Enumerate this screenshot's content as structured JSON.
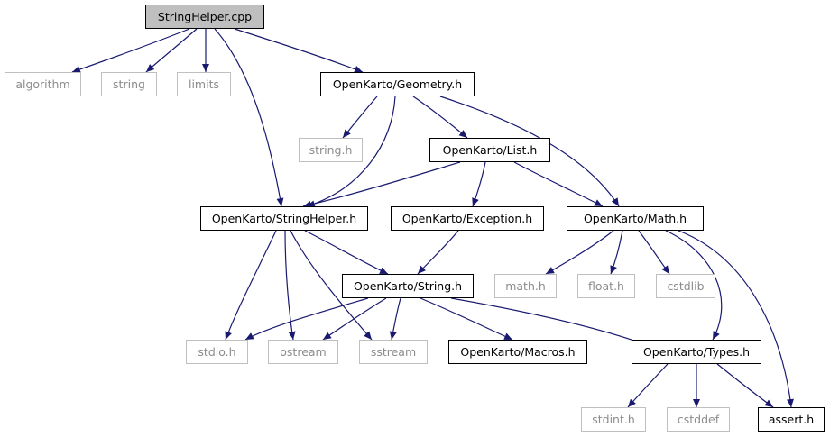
{
  "graph": {
    "edge_color": "#191970",
    "nodes": {
      "root": {
        "label": "StringHelper.cpp",
        "kind": "root"
      },
      "algorithm": {
        "label": "algorithm",
        "kind": "external"
      },
      "string": {
        "label": "string",
        "kind": "external"
      },
      "limits": {
        "label": "limits",
        "kind": "external"
      },
      "geometry": {
        "label": "OpenKarto/Geometry.h",
        "kind": "internal"
      },
      "string_h": {
        "label": "string.h",
        "kind": "external"
      },
      "list": {
        "label": "OpenKarto/List.h",
        "kind": "internal"
      },
      "stringhelper": {
        "label": "OpenKarto/StringHelper.h",
        "kind": "internal"
      },
      "exception": {
        "label": "OpenKarto/Exception.h",
        "kind": "internal"
      },
      "math": {
        "label": "OpenKarto/Math.h",
        "kind": "internal"
      },
      "okstring": {
        "label": "OpenKarto/String.h",
        "kind": "internal"
      },
      "math_h": {
        "label": "math.h",
        "kind": "external"
      },
      "float_h": {
        "label": "float.h",
        "kind": "external"
      },
      "cstdlib": {
        "label": "cstdlib",
        "kind": "external"
      },
      "stdio": {
        "label": "stdio.h",
        "kind": "external"
      },
      "ostream": {
        "label": "ostream",
        "kind": "external"
      },
      "sstream": {
        "label": "sstream",
        "kind": "external"
      },
      "macros": {
        "label": "OpenKarto/Macros.h",
        "kind": "internal"
      },
      "types": {
        "label": "OpenKarto/Types.h",
        "kind": "internal"
      },
      "stdint": {
        "label": "stdint.h",
        "kind": "external"
      },
      "cstddef": {
        "label": "cstddef",
        "kind": "external"
      },
      "assert": {
        "label": "assert.h",
        "kind": "internal"
      }
    }
  }
}
